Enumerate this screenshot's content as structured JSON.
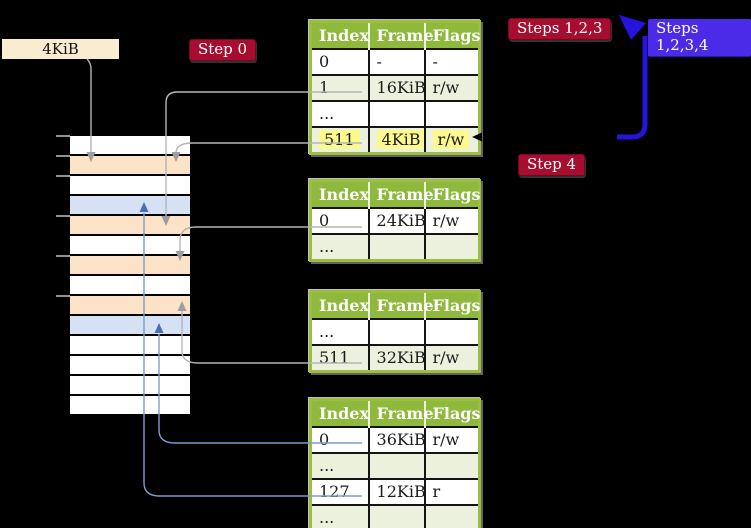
{
  "labels": {
    "frame_label": "4KiB",
    "step0": "Step 0",
    "steps_123": "Steps 1,2,3",
    "steps_1234": "Steps 1,2,3,4",
    "step4": "Step 4"
  },
  "colors": {
    "background": "#000000",
    "table_header_green": "#8FB93C",
    "table_border_green": "#9CBE3F",
    "table_row_shade": "#EBF1DC",
    "highlight_yellow": "#FCF98F",
    "memory_free_frame": "#FFFFFF",
    "memory_page_table_frame": "#FCE2C7",
    "memory_mapped_page_frame": "#D6E2F4",
    "step_label_red": "#A60D2F",
    "steps_label_blue": "#4B2BE8",
    "big_arrow_blue": "#2713DC",
    "connector_gray": "#B5B5B5",
    "connector_blue": "#7F9CCB",
    "frame_label_cream": "#FAECD1"
  },
  "memory": {
    "rows": [
      {
        "type": "free"
      },
      {
        "type": "table"
      },
      {
        "type": "free"
      },
      {
        "type": "page"
      },
      {
        "type": "table"
      },
      {
        "type": "free"
      },
      {
        "type": "table"
      },
      {
        "type": "free"
      },
      {
        "type": "table"
      },
      {
        "type": "page"
      },
      {
        "type": "free"
      },
      {
        "type": "free"
      },
      {
        "type": "free"
      },
      {
        "type": "free"
      }
    ]
  },
  "tables": [
    {
      "name": "level-2-page-table",
      "headers": [
        "Index",
        "Frame",
        "Flags"
      ],
      "rows": [
        {
          "cells": [
            "0",
            "-",
            "-"
          ],
          "shaded": false,
          "highlighted": false
        },
        {
          "cells": [
            "1",
            "16KiB",
            "r/w"
          ],
          "shaded": true,
          "highlighted": false
        },
        {
          "cells": [
            "...",
            "",
            ""
          ],
          "shaded": false,
          "highlighted": false
        },
        {
          "cells": [
            "511",
            "4KiB",
            "r/w"
          ],
          "shaded": true,
          "highlighted": true
        }
      ]
    },
    {
      "name": "level-1-page-table-a",
      "headers": [
        "Index",
        "Frame",
        "Flags"
      ],
      "rows": [
        {
          "cells": [
            "0",
            "24KiB",
            "r/w"
          ],
          "shaded": false,
          "highlighted": false
        },
        {
          "cells": [
            "...",
            "",
            ""
          ],
          "shaded": true,
          "highlighted": false
        }
      ]
    },
    {
      "name": "level-1-page-table-b",
      "headers": [
        "Index",
        "Frame",
        "Flags"
      ],
      "rows": [
        {
          "cells": [
            "...",
            "",
            ""
          ],
          "shaded": false,
          "highlighted": false
        },
        {
          "cells": [
            "511",
            "32KiB",
            "r/w"
          ],
          "shaded": true,
          "highlighted": false
        }
      ]
    },
    {
      "name": "level-1-page-table-c",
      "headers": [
        "Index",
        "Frame",
        "Flags"
      ],
      "rows": [
        {
          "cells": [
            "0",
            "36KiB",
            "r/w"
          ],
          "shaded": false,
          "highlighted": false
        },
        {
          "cells": [
            "...",
            "",
            ""
          ],
          "shaded": true,
          "highlighted": false
        },
        {
          "cells": [
            "127",
            "12KiB",
            "r"
          ],
          "shaded": false,
          "highlighted": false
        },
        {
          "cells": [
            "...",
            "",
            ""
          ],
          "shaded": true,
          "highlighted": false
        }
      ]
    }
  ]
}
